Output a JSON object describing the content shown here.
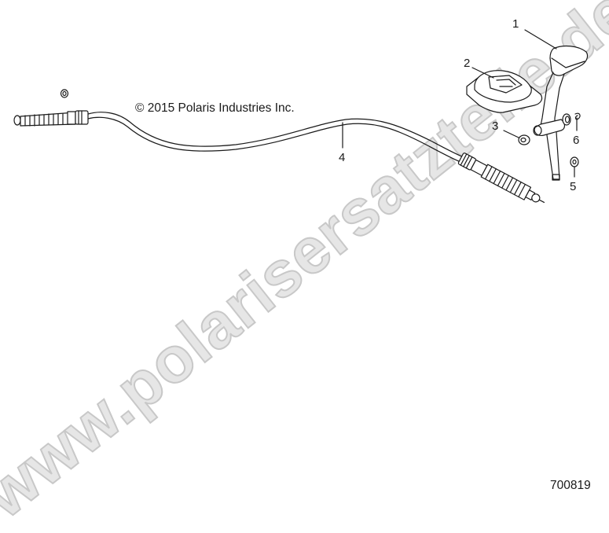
{
  "diagram": {
    "copyright": "© 2015 Polaris Industries Inc.",
    "diagram_number": "700819",
    "watermark": "www.polarisersatzteile.de",
    "colors": {
      "line": "#1a1a1a",
      "watermark_fill": "#e6e6e6",
      "watermark_stroke": "#c8c8c8",
      "background": "#ffffff"
    }
  },
  "callouts": [
    {
      "number": "1",
      "part": "shift-knob-lever"
    },
    {
      "number": "2",
      "part": "shift-boot"
    },
    {
      "number": "3",
      "part": "washer-bushing"
    },
    {
      "number": "4",
      "part": "shift-cable"
    },
    {
      "number": "5",
      "part": "nut"
    },
    {
      "number": "6",
      "part": "clip"
    }
  ]
}
